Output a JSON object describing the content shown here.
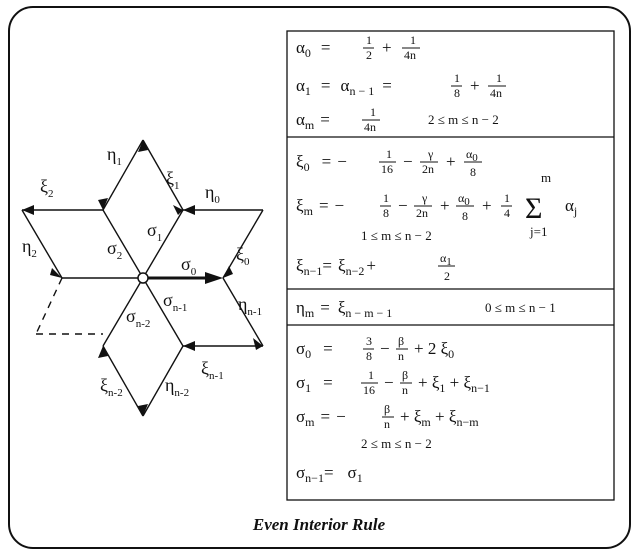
{
  "caption": "Even Interior Rule",
  "diagram": {
    "labels": {
      "eta1": "η1",
      "xi1": "ξ1",
      "xi2": "ξ2",
      "eta0": "η0",
      "sigma1": "σ1",
      "sigma2": "σ2",
      "eta2": "η2",
      "sigma0": "σ0",
      "xi0": "ξ0",
      "sigma_n1": "σn-1",
      "eta_n1": "ηn-1",
      "sigma_n2": "σn-2",
      "xi_n1": "ξn-1",
      "xi_n2": "ξn-2",
      "eta_n2": "ηn-2"
    }
  },
  "equations": {
    "alpha0": "α0 = 1/2 + 1/(4n)",
    "alpha1": "α1 = αn−1 = 1/8 + 1/(4n)",
    "alpham": "αm = 1/(4n)",
    "alpham_range": "2 ≤ m ≤ n − 2",
    "xi0": "ξ0 = − 1/16 − γ/(2n) + α0/8",
    "xim": "ξm = − 1/8 − γ/(2n) + α0/8 + 1/4 Σ αj",
    "xim_range": "1 ≤ m ≤ n − 2",
    "sum_top": "m",
    "sum_bottom": "j=1",
    "xin1": "ξn−1 = ξn−2 + α1/2",
    "etam": "ηm = ξn−m−1",
    "etam_range": "0 ≤ m ≤ n − 1",
    "sigma0": "σ0 = 3/8 − β/n + 2 ξ0",
    "sigma1": "σ1 = 1/16 − β/n + ξ1 + ξn−1",
    "sigmam": "σm = − β/n + ξm + ξn−m",
    "sigmam_range": "2 ≤ m ≤ n − 2",
    "sigman1": "σn−1 = σ1"
  }
}
